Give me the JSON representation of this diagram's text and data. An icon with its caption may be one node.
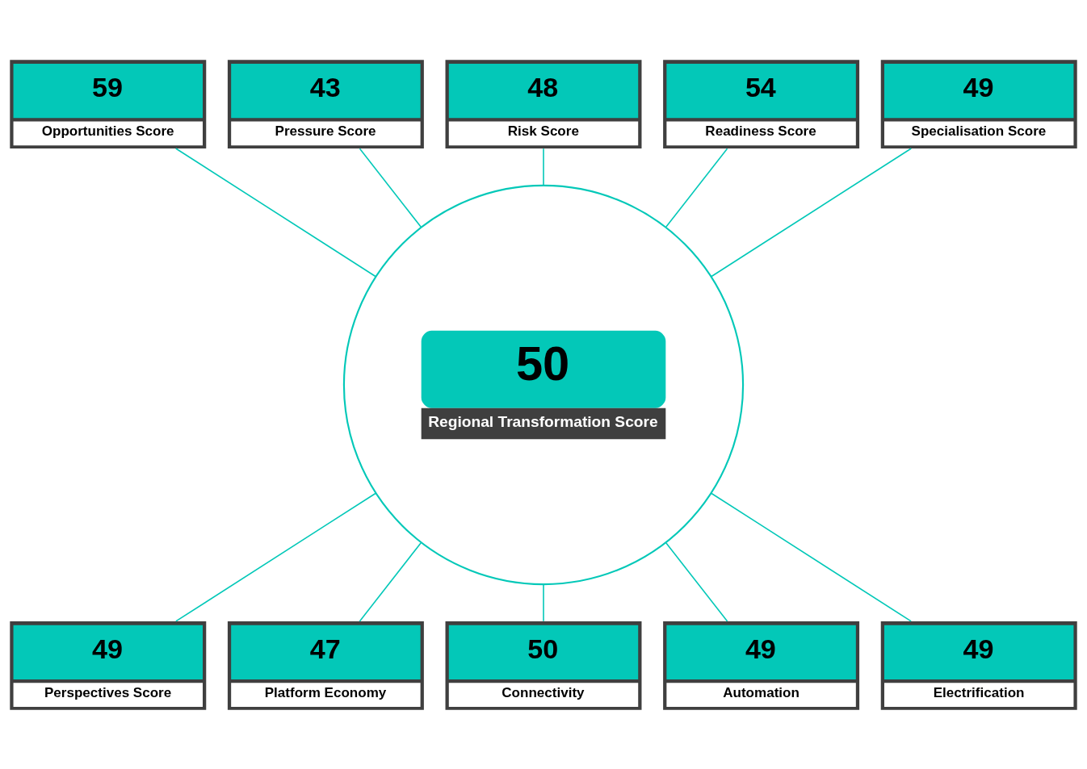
{
  "diagram": {
    "nodes": [
      {
        "text": [
          "50",
          "Regional Transformation Score"
        ]
      },
      {
        "text": [
          "48",
          "Risk Score"
        ]
      },
      {
        "text": [
          "43",
          "Pressure Score"
        ]
      },
      {
        "text": [
          "54",
          "Readiness Score"
        ]
      },
      {
        "text": [
          "59",
          "Opportunities Score"
        ]
      },
      {
        "text": [
          "49",
          "Specialisation Score"
        ]
      },
      {
        "text": [
          "49",
          "Perspectives Score"
        ]
      },
      {
        "text": [
          "49",
          "Electrification"
        ]
      },
      {
        "text": [
          "47",
          "Platform Economy"
        ]
      },
      {
        "text": [
          "49",
          "Automation"
        ]
      },
      {
        "text": [
          "50",
          "Connectivity"
        ]
      }
    ],
    "edges": [
      {
        "from": 4,
        "to": 0,
        "arrow": "none"
      },
      {
        "from": 2,
        "to": 0,
        "arrow": "none"
      },
      {
        "from": 1,
        "to": 0,
        "arrow": "none"
      },
      {
        "from": 3,
        "to": 0,
        "arrow": "none"
      },
      {
        "from": 5,
        "to": 0,
        "arrow": "none"
      },
      {
        "from": 0,
        "to": 6,
        "arrow": "none"
      },
      {
        "from": 0,
        "to": 8,
        "arrow": "none"
      },
      {
        "from": 0,
        "to": 10,
        "arrow": "none"
      },
      {
        "from": 0,
        "to": 9,
        "arrow": "none"
      },
      {
        "from": 0,
        "to": 7,
        "arrow": "none"
      }
    ]
  }
}
